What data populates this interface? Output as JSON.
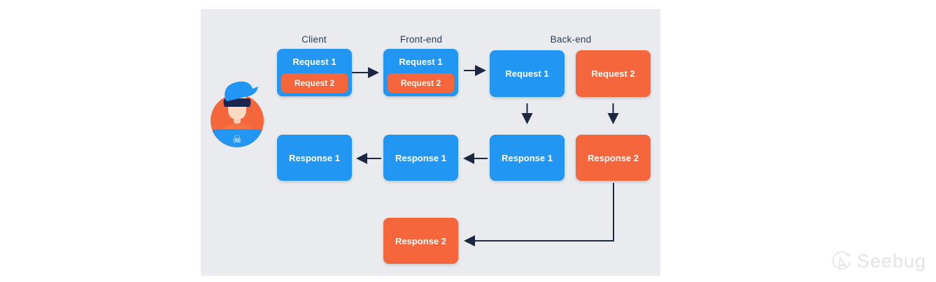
{
  "columns": {
    "client": "Client",
    "frontend": "Front-end",
    "backend": "Back-end"
  },
  "nodes": {
    "client_request_stack": {
      "primary": "Request 1",
      "smuggled": "Request 2"
    },
    "frontend_request_stack": {
      "primary": "Request 1",
      "smuggled": "Request 2"
    },
    "backend_request_1": {
      "label": "Request 1"
    },
    "backend_request_2": {
      "label": "Request 2"
    },
    "client_response_1": {
      "label": "Response 1"
    },
    "frontend_response_1": {
      "label": "Response 1"
    },
    "backend_response_1": {
      "label": "Response 1"
    },
    "backend_response_2": {
      "label": "Response 2"
    },
    "frontend_response_2": {
      "label": "Response 2"
    }
  },
  "colors": {
    "box_blue": "#2196F3",
    "box_orange": "#F5663C",
    "panel_background": "#E9EBEE",
    "arrow": "#1C2744",
    "column_label": "#2F3B52",
    "watermark_gray": "#E2E4E7"
  },
  "icons": {
    "avatar": "hacker-avatar",
    "laptop_glyph": "skull-crossbones-icon",
    "watermark_logo": "seebug-logo"
  },
  "watermark": {
    "brand": "Seebug"
  }
}
